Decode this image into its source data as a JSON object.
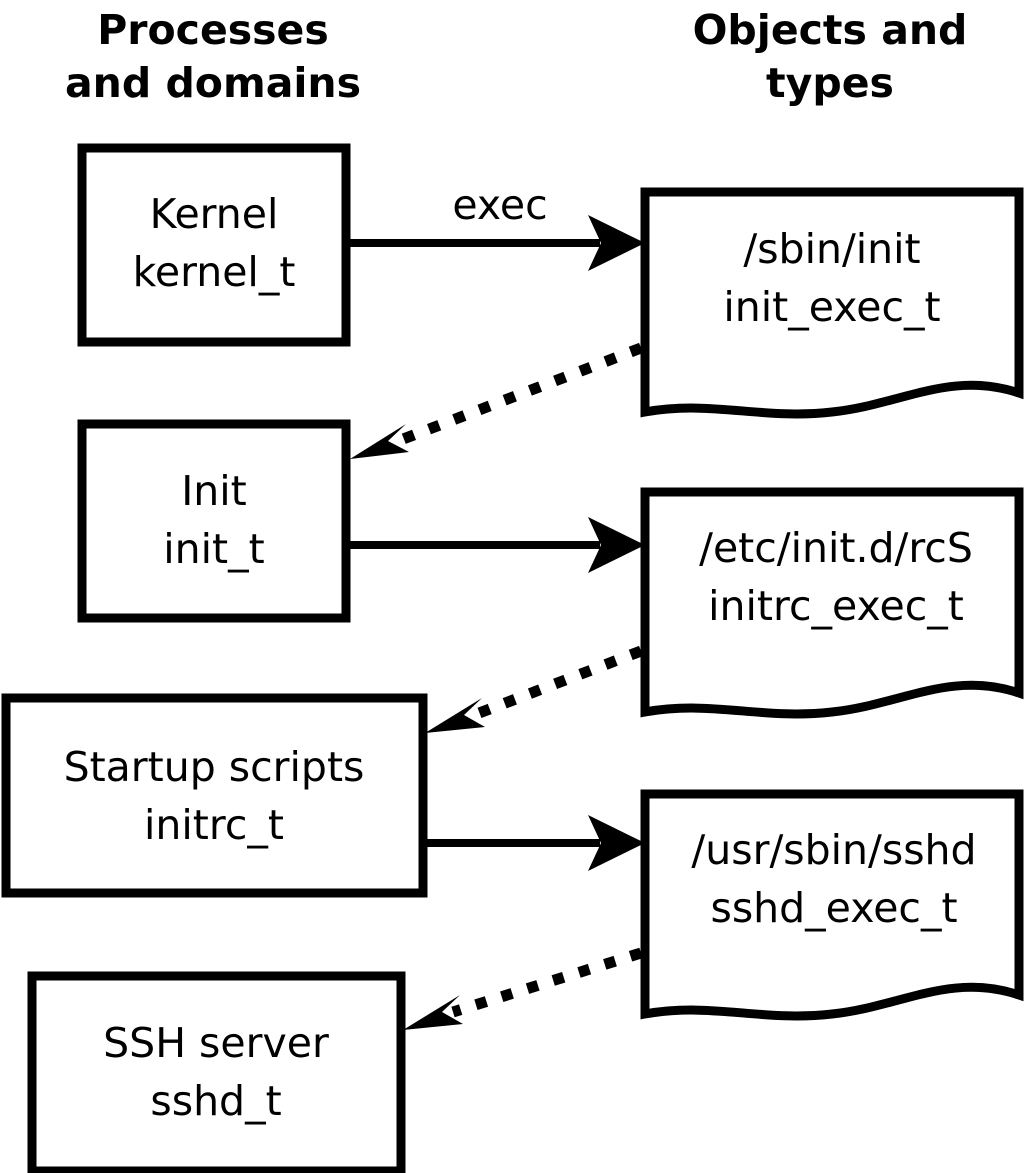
{
  "diagram": {
    "title_columns": {
      "left": "Processes\nand domains",
      "left_line1": "Processes",
      "left_line2": "and domains",
      "right": "Objects and\ntypes",
      "right_line1": "Objects and",
      "right_line2": "types"
    },
    "colors": {
      "background": "#ffffff",
      "stroke": "#000000",
      "text": "#000000",
      "fill": "#ffffff"
    },
    "process_nodes": [
      {
        "id": "kernel",
        "line1": "Kernel",
        "line2": "kernel_t"
      },
      {
        "id": "init",
        "line1": "Init",
        "line2": "init_t"
      },
      {
        "id": "initrc",
        "line1": "Startup scripts",
        "line2": "initrc_t"
      },
      {
        "id": "sshd",
        "line1": "SSH server",
        "line2": "sshd_t"
      }
    ],
    "object_nodes": [
      {
        "id": "init_exec",
        "line1": "/sbin/init",
        "line2": "init_exec_t"
      },
      {
        "id": "initrc_exec",
        "line1": "/etc/init.d/rcS",
        "line2": "initrc_exec_t"
      },
      {
        "id": "sshd_exec",
        "line1": "/usr/sbin/sshd",
        "line2": "sshd_exec_t"
      }
    ],
    "edges": [
      {
        "id": "kernel-exec-init_exec",
        "from": "kernel",
        "to": "init_exec",
        "style": "solid",
        "label": "exec"
      },
      {
        "id": "init_exec-transition-init",
        "from": "init_exec",
        "to": "init",
        "style": "dotted",
        "label": ""
      },
      {
        "id": "init-exec-initrc_exec",
        "from": "init",
        "to": "initrc_exec",
        "style": "solid",
        "label": ""
      },
      {
        "id": "initrc_exec-transition-initrc",
        "from": "initrc_exec",
        "to": "initrc",
        "style": "dotted",
        "label": ""
      },
      {
        "id": "initrc-exec-sshd_exec",
        "from": "initrc",
        "to": "sshd_exec",
        "style": "solid",
        "label": ""
      },
      {
        "id": "sshd_exec-transition-sshd",
        "from": "sshd_exec",
        "to": "sshd",
        "style": "dotted",
        "label": ""
      }
    ]
  }
}
